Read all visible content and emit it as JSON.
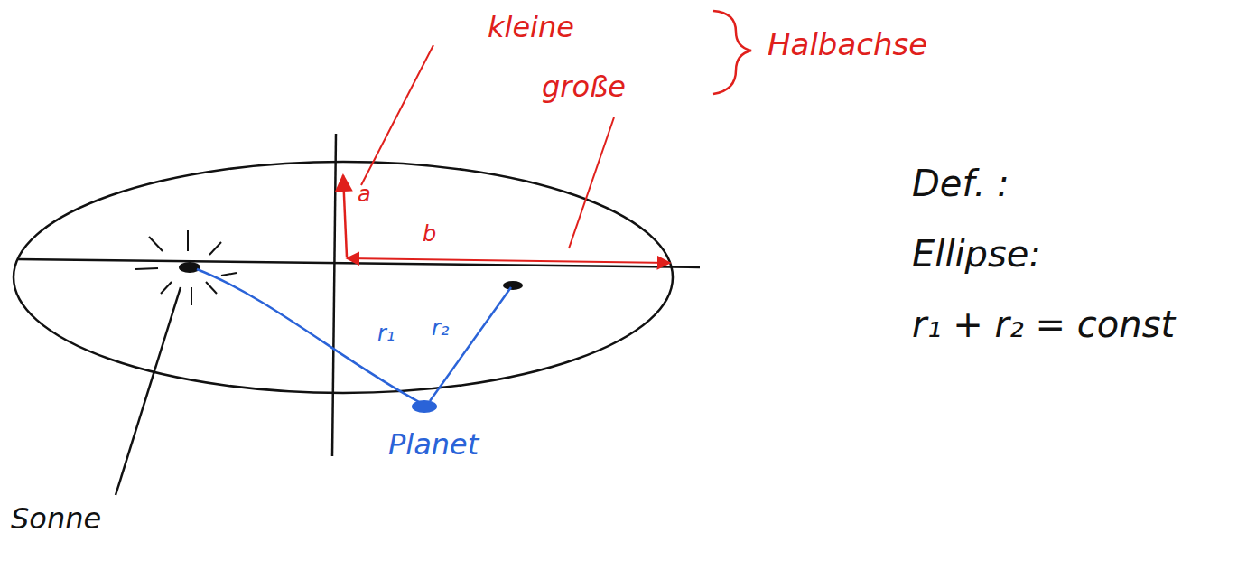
{
  "diagram": {
    "labels": [
      "kleine",
      "große",
      "Halbachse",
      "a",
      "b",
      "r₁",
      "r₂",
      "Planet",
      "Sonne",
      "Def. :",
      "Ellipse:",
      "r₁ + r₂ = const"
    ]
  }
}
